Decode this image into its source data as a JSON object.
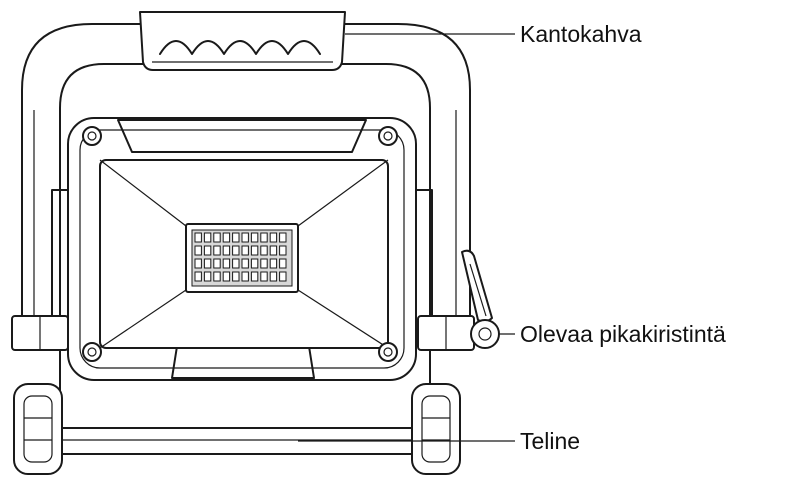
{
  "labels": {
    "handle": "Kantokahva",
    "quick_lock": "Olevaa pikakiristintä",
    "stand": "Teline"
  },
  "colors": {
    "line": "#1a1a1a",
    "background": "#ffffff",
    "text": "#111111"
  }
}
